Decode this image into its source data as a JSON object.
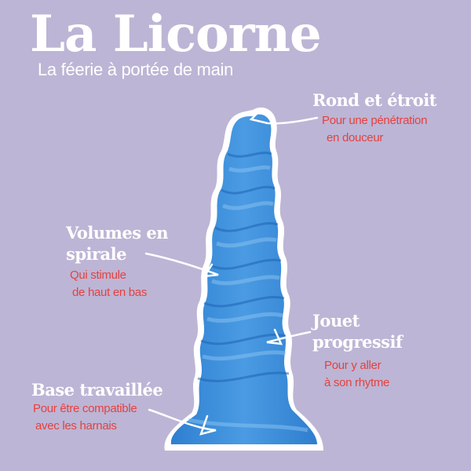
{
  "header": {
    "title": "La Licorne",
    "subtitle": "La féerie à portée de main"
  },
  "features": [
    {
      "heading_lines": [
        "Rond et étroit"
      ],
      "desc_lines": [
        "Pour une pénétration",
        "en douceur"
      ]
    },
    {
      "heading_lines": [
        "Volumes en",
        "spirale"
      ],
      "desc_lines": [
        "Qui stimule",
        "de haut en bas"
      ]
    },
    {
      "heading_lines": [
        "Jouet",
        "progressif"
      ],
      "desc_lines": [
        "Pour y aller",
        "à son rhytme"
      ]
    },
    {
      "heading_lines": [
        "Base travaillée"
      ],
      "desc_lines": [
        "Pour être compatible",
        "avec les harnais"
      ]
    }
  ],
  "colors": {
    "background": "#BDB5D5",
    "heading": "#FFFFFF",
    "description": "#E5413F",
    "product_blue": "#3D8FD9",
    "product_outline": "#FFFFFF"
  }
}
